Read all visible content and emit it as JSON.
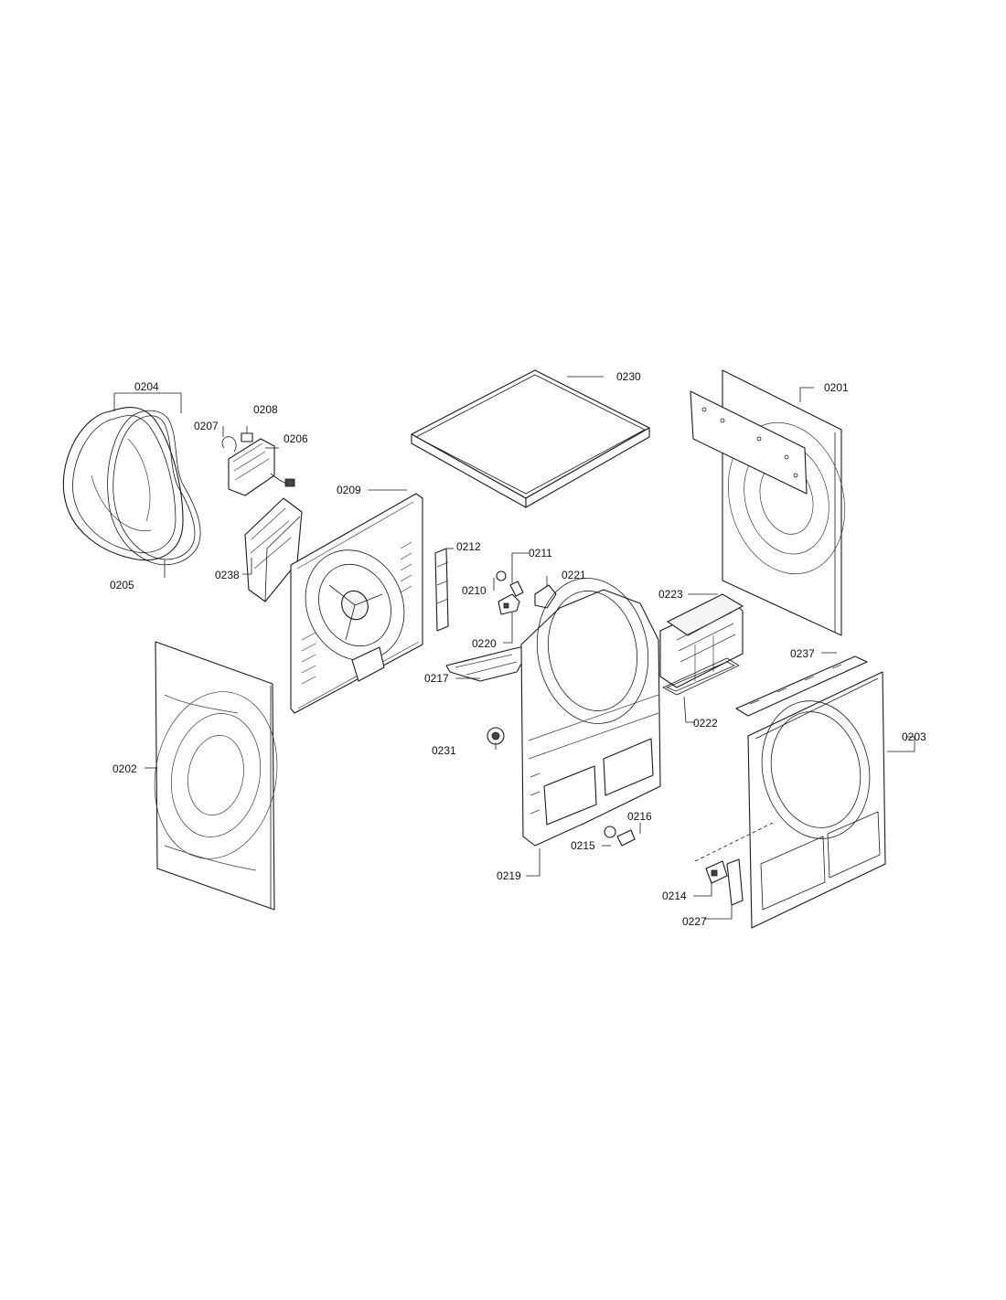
{
  "labels": {
    "p0201": "0201",
    "p0202": "0202",
    "p0203": "0203",
    "p0204": "0204",
    "p0205": "0205",
    "p0206": "0206",
    "p0207": "0207",
    "p0208": "0208",
    "p0209": "0209",
    "p0210": "0210",
    "p0211": "0211",
    "p0212": "0212",
    "p0214": "0214",
    "p0215": "0215",
    "p0216": "0216",
    "p0217": "0217",
    "p0219": "0219",
    "p0220": "0220",
    "p0221": "0221",
    "p0222": "0222",
    "p0223": "0223",
    "p0227": "0227",
    "p0230": "0230",
    "p0231": "0231",
    "p0237": "0237",
    "p0238": "0238"
  }
}
